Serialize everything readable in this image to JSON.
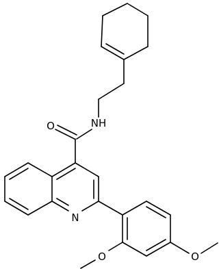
{
  "structure": {
    "atom_labels": {
      "carbonyl_oxygen": "O",
      "amide_nitrogen": "NH",
      "quinoline_nitrogen": "N",
      "methoxy_oxygen_ortho": "O",
      "methoxy_oxygen_para": "O"
    }
  }
}
